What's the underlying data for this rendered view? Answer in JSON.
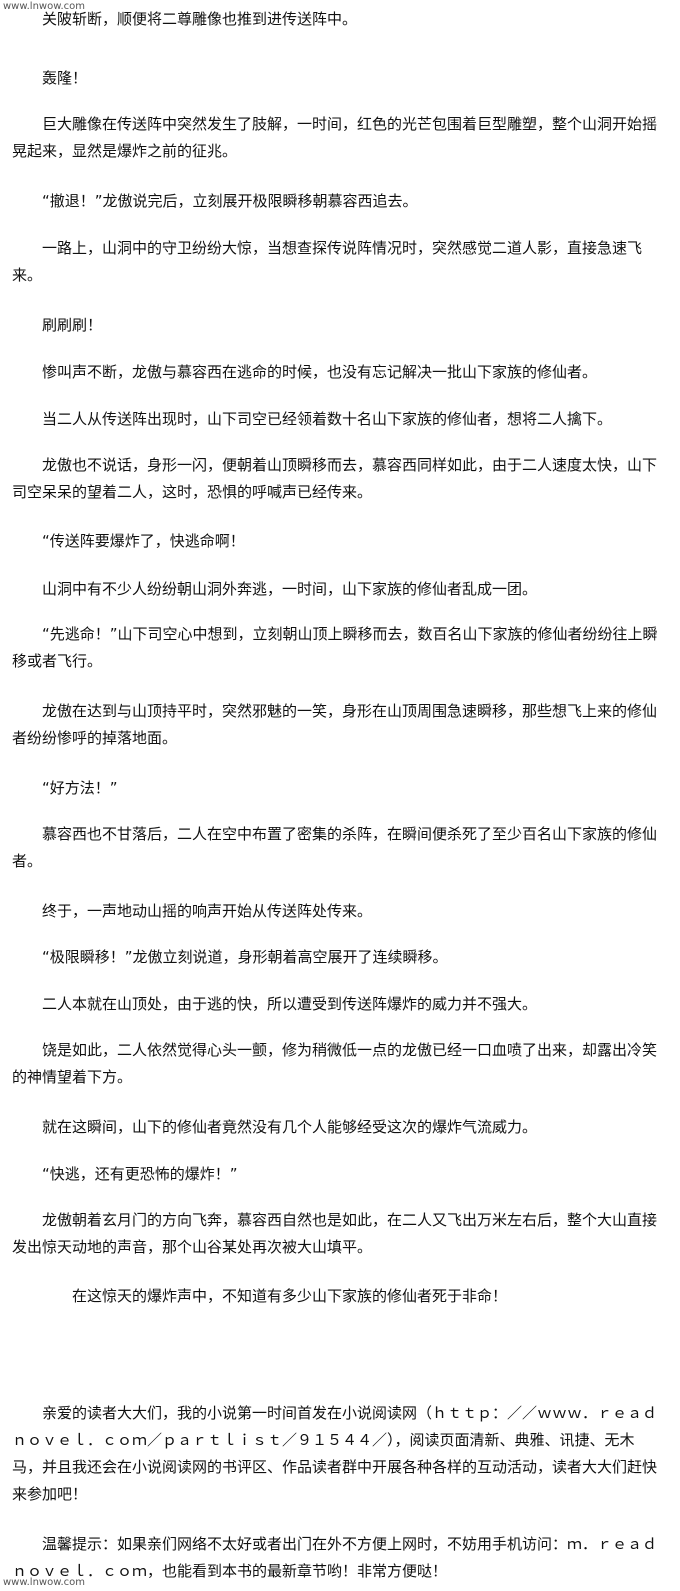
{
  "watermark_top": "www.lnwow.com",
  "watermark_bottom": "www.lnwow.com",
  "paragraphs": [
    "关陂斩断，顺便将二尊雕像也推到进传送阵中。",
    "轰隆！",
    "巨大雕像在传送阵中突然发生了肢解，一时间，红色的光芒包围着巨型雕塑，整个山洞开始摇晃起来，显然是爆炸之前的征兆。",
    "“撤退！”龙傲说完后，立刻展开极限瞬移朝慕容西追去。",
    "一路上，山洞中的守卫纷纷大惊，当想查探传说阵情况时，突然感觉二道人影，直接急速飞来。",
    "刷刷刷！",
    "惨叫声不断，龙傲与慕容西在逃命的时候，也没有忘记解决一批山下家族的修仙者。",
    "当二人从传送阵出现时，山下司空已经领着数十名山下家族的修仙者，想将二人擒下。",
    "龙傲也不说话，身形一闪，便朝着山顶瞬移而去，慕容西同样如此，由于二人速度太快，山下司空呆呆的望着二人，这时，恐惧的呼喊声已经传来。",
    "“传送阵要爆炸了，快逃命啊！",
    "山洞中有不少人纷纷朝山洞外奔逃，一时间，山下家族的修仙者乱成一团。",
    "“先逃命！”山下司空心中想到，立刻朝山顶上瞬移而去，数百名山下家族的修仙者纷纷往上瞬移或者飞行。",
    "龙傲在达到与山顶持平时，突然邪魅的一笑，身形在山顶周围急速瞬移，那些想飞上来的修仙者纷纷惨呼的掉落地面。",
    "“好方法！”",
    "慕容西也不甘落后，二人在空中布置了密集的杀阵，在瞬间便杀死了至少百名山下家族的修仙者。",
    "终于，一声地动山摇的响声开始从传送阵处传来。",
    "“极限瞬移！”龙傲立刻说道，身形朝着高空展开了连续瞬移。",
    "二人本就在山顶处，由于逃的快，所以遭受到传送阵爆炸的威力并不强大。",
    "饶是如此，二人依然觉得心头一颤，修为稍微低一点的龙傲已经一口血喷了出来，却露出冷笑的神情望着下方。",
    "就在这瞬间，山下的修仙者竟然没有几个人能够经受这次的爆炸气流威力。",
    "“快逃，还有更恐怖的爆炸！”",
    "龙傲朝着玄月门的方向飞奔，慕容西自然也是如此，在二人又飞出万米左右后，整个大山直接发出惊天动地的声音，那个山谷某处再次被大山填平。",
    "在这惊天的爆炸声中，不知道有多少山下家族的修仙者死于非命！",
    "亲爱的读者大大们，我的小说第一时间首发在小说阅读网（ｈｔｔｐ：／／ｗｗｗ．ｒｅａｄｎｏｖｅｌ．ｃｏｍ／ｐａｒｔｌｉｓｔ／９１５４４／），阅读页面清新、典雅、讯捷、无木马，并且我还会在小说阅读网的书评区、作品读者群中开展各种各样的互动活动，读者大大们赶快来参加吧！",
    "温馨提示：如果亲们网络不太好或者出门在外不方便上网时，不妨用手机访问：ｍ．ｒｅａｄｎｏｖｅｌ．ｃｏｍ，也能看到本书的最新章节哟！非常方便哒！"
  ]
}
